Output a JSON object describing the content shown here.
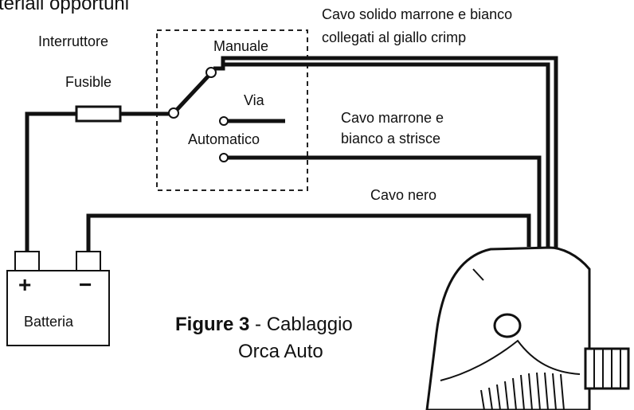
{
  "header_partial": "teriali opportuni",
  "labels": {
    "switch": "Interruttore",
    "fuse": "Fusible",
    "manual": "Manuale",
    "off": "Via",
    "automatic": "Automatico",
    "solid_wire_line1": "Cavo solido marrone e bianco",
    "solid_wire_line2": "collegati al giallo crimp",
    "striped_wire_line1": "Cavo marrone e",
    "striped_wire_line2": "bianco a strisce",
    "black_wire": "Cavo nero",
    "battery": "Batteria",
    "plus": "+",
    "minus": "−"
  },
  "caption": {
    "number": "Figure 3",
    "separator": " - ",
    "line1_rest": "Cablaggio",
    "line2": "Orca Auto"
  }
}
